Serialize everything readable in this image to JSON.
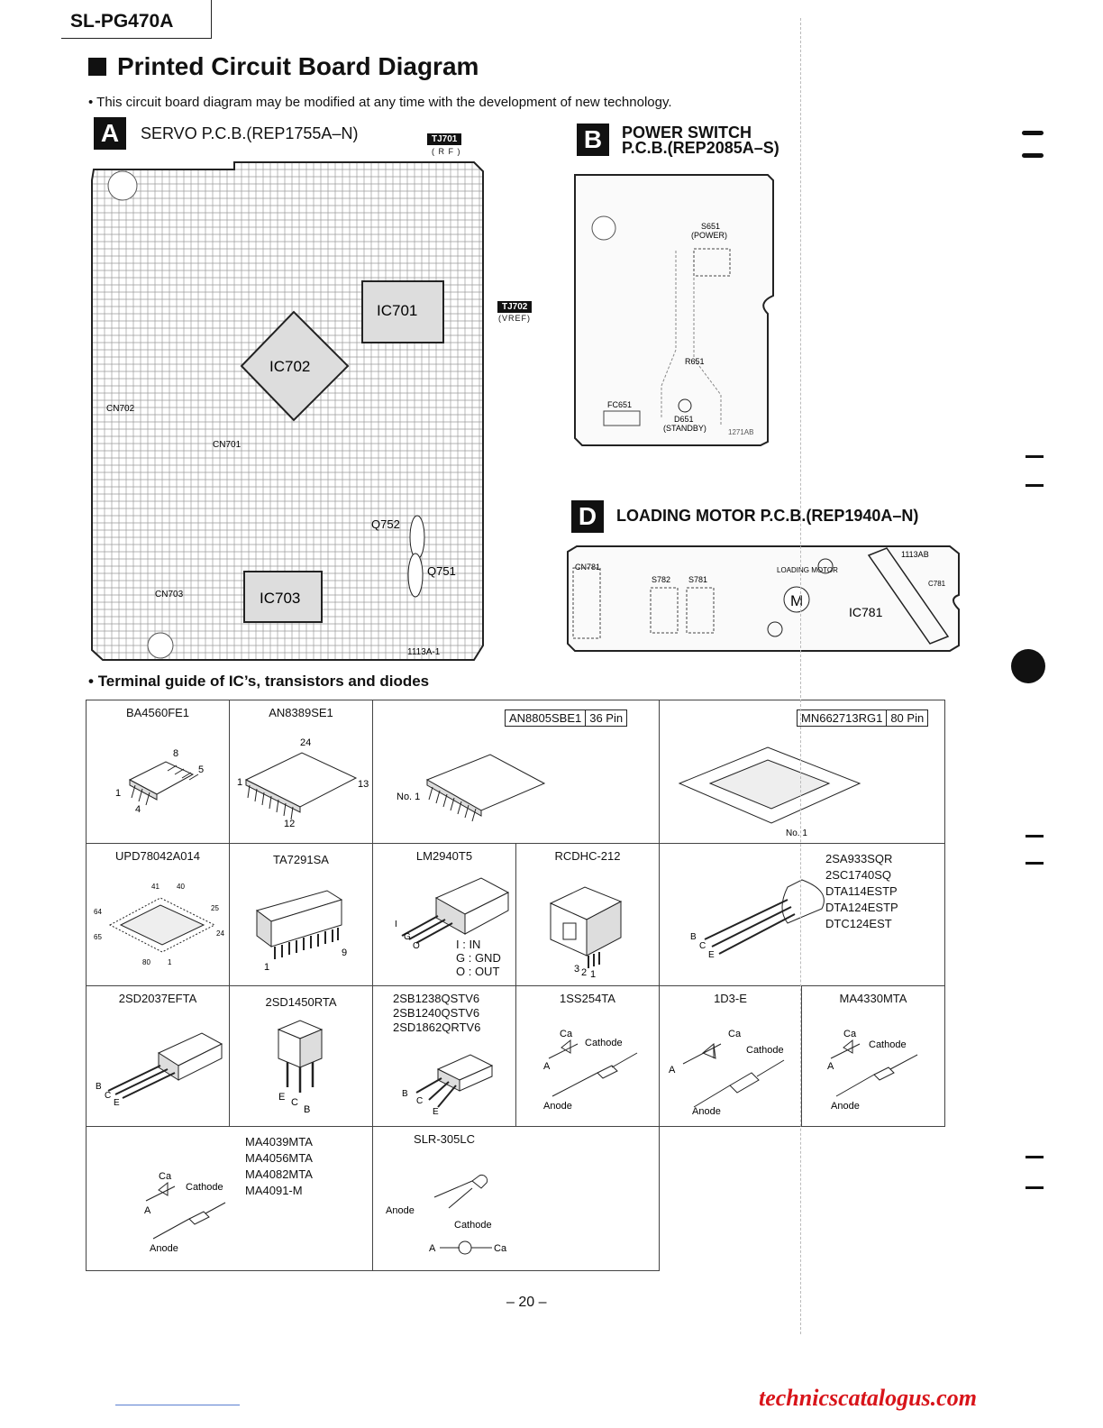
{
  "header": {
    "model": "SL-PG470A"
  },
  "title": "Printed Circuit Board Diagram",
  "note": "This circuit board diagram may be modified at any time with the development of new technology.",
  "boards": {
    "a": {
      "letter": "A",
      "title": "SERVO P.C.B.(REP1755A–N)",
      "tj701": "TJ701",
      "tj701_sub": "( R F )",
      "tj702": "TJ702",
      "tj702_sub": "(VREF)",
      "ic701": "IC701",
      "ic702": "IC702",
      "ic703": "IC703",
      "q751": "Q751",
      "q752": "Q752",
      "cn701": "CN701",
      "cn702": "CN702",
      "cn703": "CN703",
      "code": "1113A-1"
    },
    "b": {
      "letter": "B",
      "title_line1": "POWER SWITCH",
      "title_line2": "P.C.B.(REP2085A–S)",
      "s651": "S651",
      "s651_sub": "(POWER)",
      "r651": "R651",
      "fc651": "FC651",
      "d651": "D651",
      "d651_sub": "(STANDBY)",
      "code": "1271AB"
    },
    "d": {
      "letter": "D",
      "title": "LOADING MOTOR P.C.B.(REP1940A–N)",
      "cn781": "CN781",
      "s782": "S782",
      "s781": "S781",
      "motor": "LOADING MOTOR",
      "m": "M",
      "ic781": "IC781",
      "c781": "C781",
      "code": "1113AB"
    }
  },
  "terminal_guide": {
    "heading": "Terminal guide of IC’s, transistors and diodes",
    "row1": {
      "c1": "BA4560FE1",
      "c2": "AN8389SE1",
      "c3_name": "AN8805SBE1",
      "c3_pin": "36 Pin",
      "c4_name": "MN662713RG1",
      "c4_pin": "80 Pin"
    },
    "row2": {
      "c1": "UPD78042A014",
      "c2": "TA7291SA",
      "c3": "LM2940T5",
      "c3_legend": [
        "I : IN",
        "G : GND",
        "O : OUT"
      ],
      "c4": "RCDHC-212",
      "c5": [
        "2SA933SQR",
        "2SC1740SQ",
        "DTA114ESTP",
        "DTA124ESTP",
        "DTC124EST"
      ]
    },
    "row3": {
      "c1": "2SD2037EFTA",
      "c2": "2SD1450RTA",
      "c3": [
        "2SB1238QSTV6",
        "2SB1240QSTV6",
        "2SD1862QRTV6"
      ],
      "c4": "1SS254TA",
      "c5": "1D3-E",
      "c6": "MA4330MTA"
    },
    "row4": {
      "c1": [
        "MA4039MTA",
        "MA4056MTA",
        "MA4082MTA",
        "MA4091-M"
      ],
      "c2": "SLR-305LC"
    },
    "pins": {
      "ca": "Ca",
      "cathode": "Cathode",
      "anode": "Anode",
      "a": "A",
      "b": "B",
      "c": "C",
      "e": "E",
      "no1": "No. 1",
      "n8": "8",
      "n5": "5",
      "n1": "1",
      "n4": "4",
      "n24": "24",
      "n13": "13",
      "n12": "12",
      "n9": "9",
      "n3": "3",
      "n2": "2",
      "i": "I",
      "g": "G",
      "o": "O",
      "n41": "41",
      "n40": "40",
      "n64": "64",
      "n25": "25",
      "n65": "65",
      "n80": "80"
    }
  },
  "page_number": "– 20 –",
  "footer": "technicscatalogus.com"
}
